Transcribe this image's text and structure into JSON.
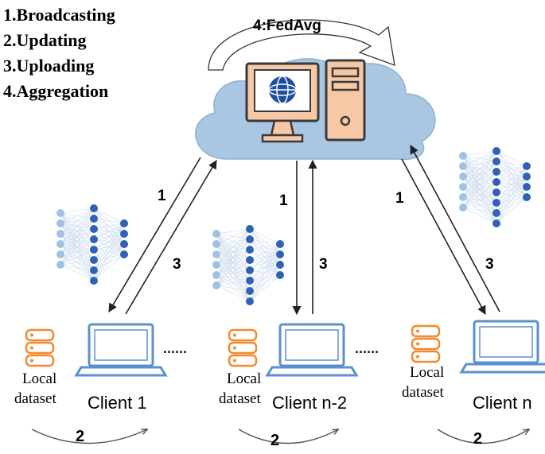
{
  "steps": [
    "1.Broadcasting",
    "2.Updating",
    "3.Uploading",
    "4.Aggregation"
  ],
  "server": {
    "aggregation_label": "4:FedAvg"
  },
  "arrow_labels": {
    "broadcast": "1",
    "upload": "3",
    "local_update": "2"
  },
  "separator": "......",
  "clients": [
    {
      "name": "Client 1",
      "dataset_line1": "Local",
      "dataset_line2": "dataset"
    },
    {
      "name": "Client n-2",
      "dataset_line1": "Local",
      "dataset_line2": "dataset"
    },
    {
      "name": "Client n",
      "dataset_line1": "Local",
      "dataset_line2": "dataset"
    }
  ],
  "colors": {
    "cloud": "#a9c6e2",
    "computer": "#f6c8a5",
    "computer_outline": "#3a3a3a",
    "laptop": "#5b8fd0",
    "database": "#f28a2e",
    "neuron_light": "#9fc1e6",
    "neuron_dark": "#2f62b5",
    "arrow": "#222222"
  }
}
